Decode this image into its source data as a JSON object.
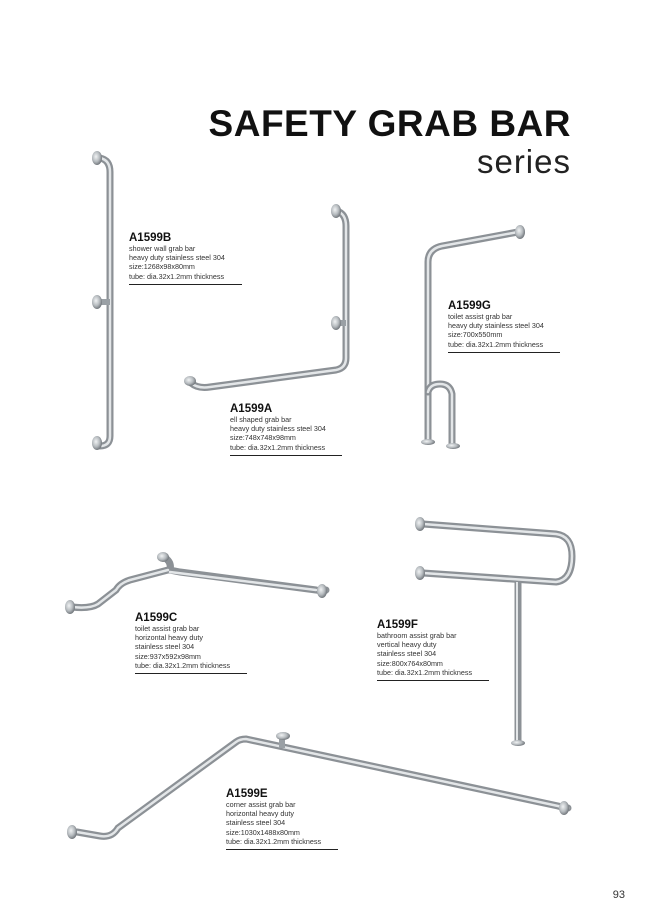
{
  "header": {
    "title": "SAFETY GRAB BAR",
    "subtitle": "series"
  },
  "products": [
    {
      "code": "A1599B",
      "lines": [
        "shower wall grab bar",
        "heavy duty stainless steel 304",
        "size:1268x98x80mm",
        "tube: dia.32x1.2mm thickness"
      ]
    },
    {
      "code": "A1599A",
      "lines": [
        "ell shaped grab bar",
        "heavy duty stainless steel 304",
        "size:748x748x98mm",
        "tube: dia.32x1.2mm thickness"
      ]
    },
    {
      "code": "A1599G",
      "lines": [
        "toilet assist grab bar",
        "heavy duty stainless steel 304",
        "size:700x550mm",
        "tube: dia.32x1.2mm thickness"
      ]
    },
    {
      "code": "A1599C",
      "lines": [
        "toilet assist grab bar",
        "horizontal heavy duty",
        "stainless steel 304",
        "size:937x592x98mm",
        "tube: dia.32x1.2mm thickness"
      ]
    },
    {
      "code": "A1599F",
      "lines": [
        "bathroom assist grab bar",
        "vertical heavy duty",
        "stainless steel 304",
        "size:800x764x80mm",
        "tube: dia.32x1.2mm thickness"
      ]
    },
    {
      "code": "A1599E",
      "lines": [
        "corner assist grab bar",
        "horizontal heavy duty",
        "stainless steel 304",
        "size:1030x1488x80mm",
        "tube: dia.32x1.2mm thickness"
      ]
    }
  ],
  "page_number": "93"
}
